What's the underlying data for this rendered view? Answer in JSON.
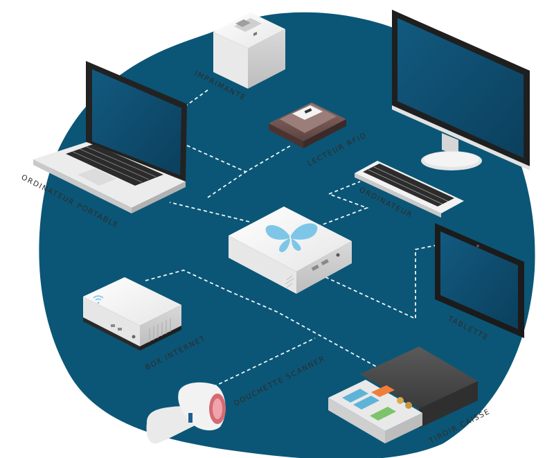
{
  "diagram": {
    "labels": {
      "imprimante": "IMPRIMANTE",
      "lecteur_rfid": "LECTEUR RFID",
      "ordinateur_portable": "ORDINATEUR PORTABLE",
      "ordinateur": "ORDINATEUR",
      "tablette": "TABLETTE",
      "box_internet": "BOX INTERNET",
      "douchette_scanner": "DOUCHETTE SCANNER",
      "tiroir_caisse": "TIROIR CAISSE"
    },
    "colors": {
      "blob": "#0b5676",
      "device_light": "#f1f1f1",
      "device_mid": "#d7d7d7",
      "screen": "#0d4b6d",
      "bezel": "#1d1d1d",
      "accent_logo": "#7ec6e8",
      "connector": "#ffffff"
    },
    "icons": [
      "butterfly-logo-icon",
      "wifi-icon"
    ]
  }
}
